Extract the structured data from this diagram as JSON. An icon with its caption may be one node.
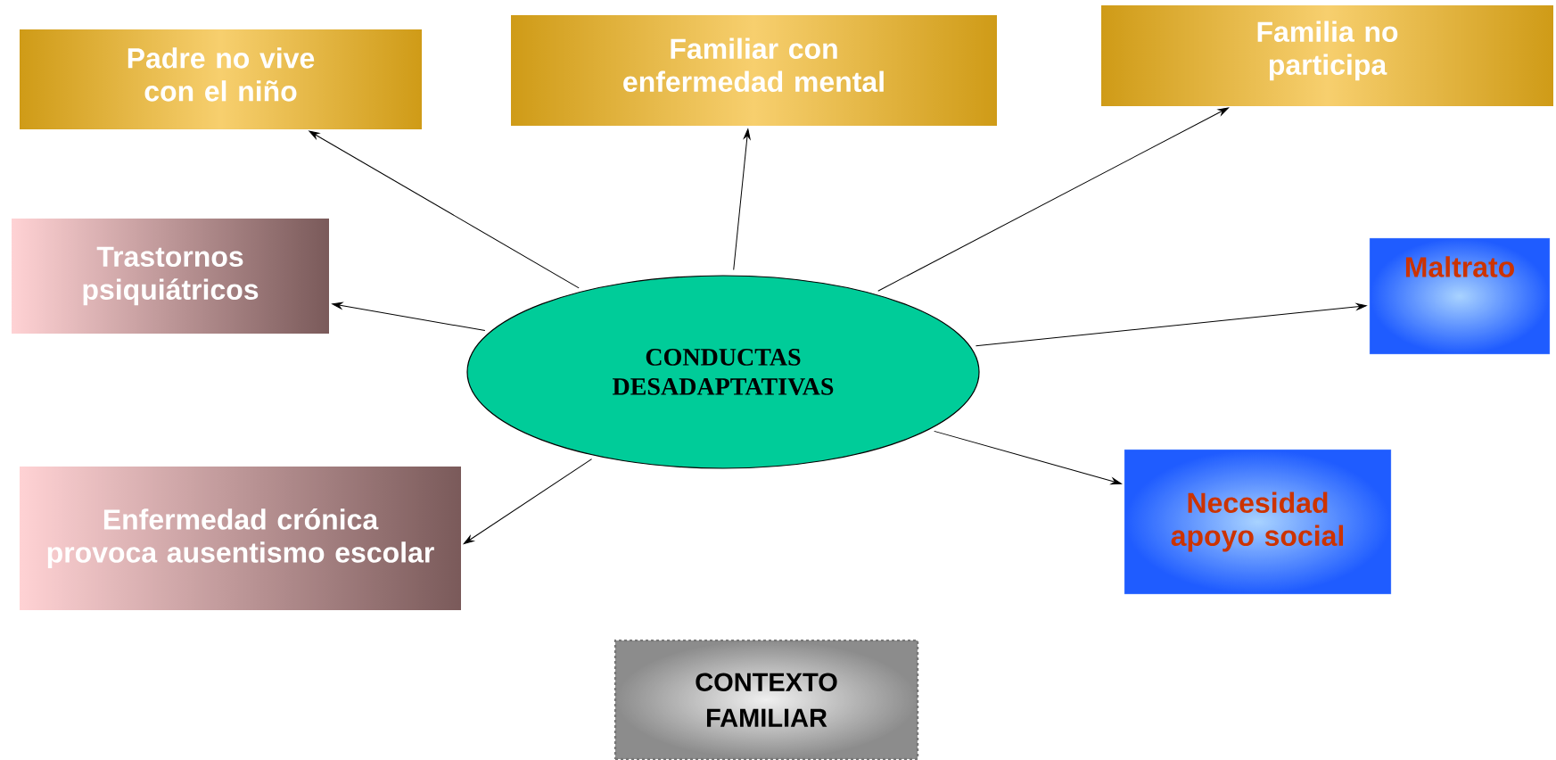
{
  "diagram": {
    "nodes": [
      {
        "text": [
          "Padre no vive con el niño"
        ]
      },
      {
        "text": [
          "Familiar con enfermedad mental"
        ]
      },
      {
        "text": [
          "Familia no participa"
        ]
      },
      {
        "text": [
          "Trastornos psiquiátricos"
        ]
      },
      {
        "text": [
          "CONDUCTAS DESADAPTATIVAS"
        ]
      },
      {
        "text": [
          "Maltrato"
        ]
      },
      {
        "text": [
          "Enfermedad crónica provoca ausentismo escolar"
        ]
      },
      {
        "text": [
          "Necesidad apoyo social"
        ]
      },
      {
        "text": [
          "CONTEXTO FAMILIAR"
        ]
      }
    ],
    "edges": [
      {
        "from": 4,
        "to": 0,
        "arrow": "to"
      },
      {
        "from": 4,
        "to": 1,
        "arrow": "to"
      },
      {
        "from": 4,
        "to": 2,
        "arrow": "to"
      },
      {
        "from": 4,
        "to": 3,
        "arrow": "to"
      },
      {
        "from": 4,
        "to": 5,
        "arrow": "to"
      },
      {
        "from": 4,
        "to": 6,
        "arrow": "to"
      },
      {
        "from": 4,
        "to": 7,
        "arrow": "to"
      }
    ]
  }
}
